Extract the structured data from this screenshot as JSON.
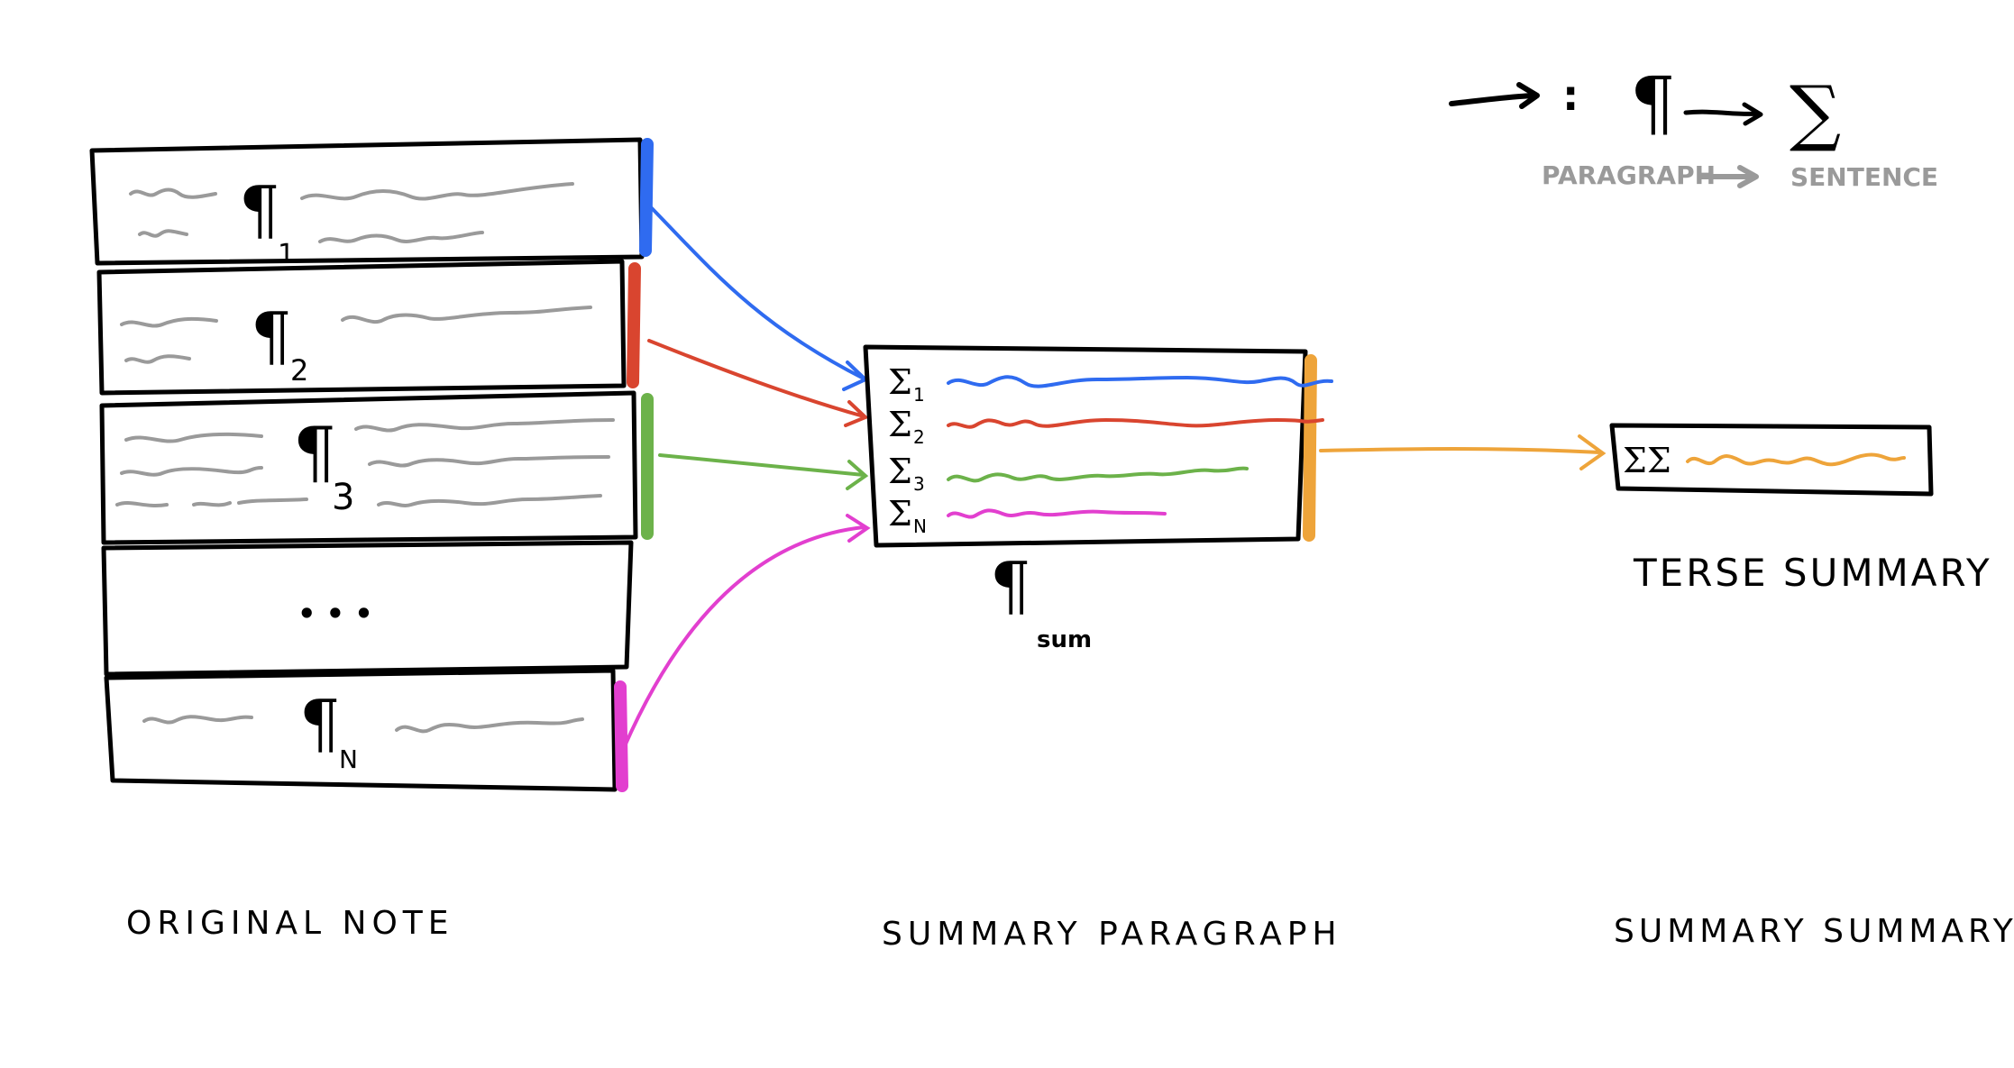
{
  "colors": {
    "blue": "#2f6bf0",
    "red": "#d9452f",
    "green": "#6cb24a",
    "magenta": "#e23fcf",
    "orange": "#eea43a",
    "gray": "#9a9a9a",
    "ink": "#000000"
  },
  "legend": {
    "colon": ":",
    "para_symbol": "¶",
    "sigma_symbol": "∑",
    "paragraph_label": "PARAGRAPH",
    "sentence_label": "SENTENCE"
  },
  "original_note": {
    "label": "ORIGINAL NOTE",
    "paragraphs": [
      {
        "symbol": "¶",
        "sub": "1"
      },
      {
        "symbol": "¶",
        "sub": "2"
      },
      {
        "symbol": "¶",
        "sub": "3"
      },
      {
        "symbol": "¶",
        "sub": "N"
      }
    ],
    "ellipsis": "• • •"
  },
  "summary_paragraph": {
    "label": "SUMMARY PARAGRAPH",
    "symbol": "¶",
    "sub": "sum",
    "sentences": [
      {
        "symbol": "Σ",
        "sub": "1"
      },
      {
        "symbol": "Σ",
        "sub": "2"
      },
      {
        "symbol": "Σ",
        "sub": "3"
      },
      {
        "symbol": "Σ",
        "sub": "N"
      }
    ]
  },
  "summary_summary": {
    "label": "SUMMARY SUMMARY",
    "caption": "TERSE SUMMARY",
    "symbol": "ΣΣ"
  }
}
